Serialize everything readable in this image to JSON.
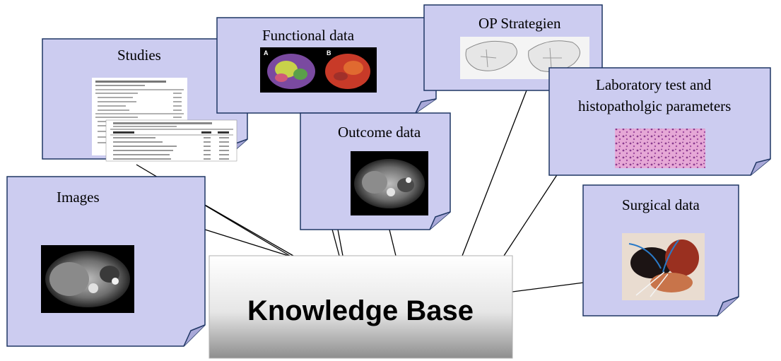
{
  "knowledge_base": {
    "label": "Knowledge Base"
  },
  "notes": {
    "studies": {
      "label": "Studies"
    },
    "functional": {
      "label": "Functional data",
      "panel_a": "A",
      "panel_b": "B"
    },
    "op": {
      "label": "OP Strategien"
    },
    "lab": {
      "label_line1": "Laboratory test and",
      "label_line2": "histopatholgic parameters"
    },
    "outcome": {
      "label": "Outcome data"
    },
    "images": {
      "label": "Images"
    },
    "surgical": {
      "label": "Surgical data"
    }
  },
  "colors": {
    "note_fill": "#ccccf0",
    "note_stroke": "#1f3664",
    "kb_gradient_top": "#ffffff",
    "kb_gradient_bottom": "#8c8c8c"
  }
}
